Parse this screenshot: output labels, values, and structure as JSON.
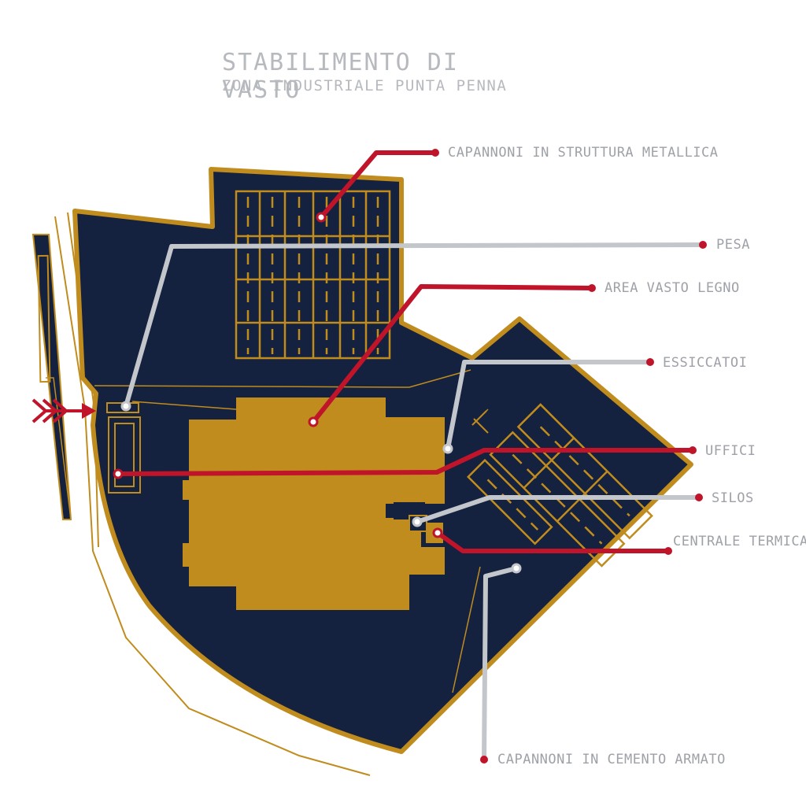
{
  "title": "STABILIMENTO DI VASTO",
  "subtitle": "ZONA INDUSTRIALE PUNTA PENNA",
  "labels": {
    "capannoni_metallica": "CAPANNONI IN STRUTTURA METALLICA",
    "pesa": "PESA",
    "area_vasto_legno": "AREA VASTO LEGNO",
    "essiccatoi": "ESSICCATOI",
    "uffici": "UFFICI",
    "silos": "SILOS",
    "centrale_line1": "CENTRALE",
    "centrale_line2": "TERMICA",
    "capannoni_cemento": "CAPANNONI IN CEMENTO ARMATO"
  },
  "colors": {
    "site_fill": "#14213f",
    "site_border": "#c08c1e",
    "building": "#c08c1e",
    "leader_red": "#c0142a",
    "leader_gray": "#c3c6cb",
    "label_text": "#9ea2a8",
    "title_text": "#b6b9be",
    "background": "#ffffff"
  },
  "icons": {
    "entrance": "entrance-arrow-icon"
  }
}
